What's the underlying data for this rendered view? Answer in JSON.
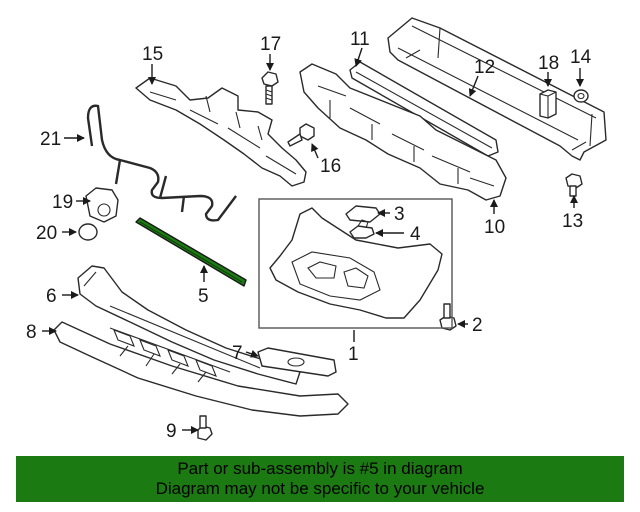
{
  "diagram": {
    "callouts": {
      "c1": "1",
      "c2": "2",
      "c3": "3",
      "c4": "4",
      "c5": "5",
      "c6": "6",
      "c7": "7",
      "c8": "8",
      "c9": "9",
      "c10": "10",
      "c11": "11",
      "c12": "12",
      "c13": "13",
      "c14": "14",
      "c15": "15",
      "c16": "16",
      "c17": "17",
      "c18": "18",
      "c19": "19",
      "c20": "20",
      "c21": "21"
    },
    "highlighted_part": "5",
    "highlight_color": "#1c7a12"
  },
  "banner": {
    "line1": "Part or sub-assembly is #5 in diagram",
    "line2": "Diagram may not be specific to your vehicle",
    "background": "#1c7a12"
  }
}
